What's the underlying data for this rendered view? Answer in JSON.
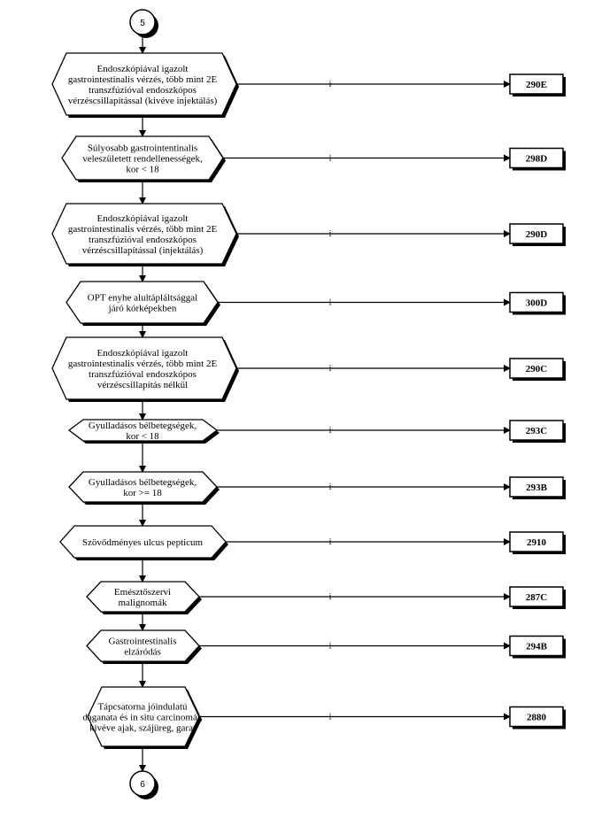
{
  "connectors": {
    "start": "5",
    "end": "6"
  },
  "colors": {
    "line": "#000000",
    "fill": "#ffffff",
    "shadow": "#000000"
  },
  "branch_label": "i",
  "steps": [
    {
      "id": "s1",
      "lines": [
        "Endoszkópiával igazolt",
        "gastrointestinalis vérzés, több mint 2E",
        "transzfúzióval endoszkópos",
        "vérzéscsillapítással (kivéve injektálás)"
      ],
      "result": "290E"
    },
    {
      "id": "s2",
      "lines": [
        "Súlyosabb gastrointentinalis",
        "veleszületett rendellenességek,",
        "kor < 18"
      ],
      "result": "298D"
    },
    {
      "id": "s3",
      "lines": [
        "Endoszkópiával igazolt",
        "gastrointestinalis vérzés, több mint 2E",
        "transzfúzióval endoszkópos",
        "vérzéscsillapítással (injektálás)"
      ],
      "result": "290D"
    },
    {
      "id": "s4",
      "lines": [
        "OPT enyhe alultápláltsággal",
        "járó kórképekben"
      ],
      "result": "300D"
    },
    {
      "id": "s5",
      "lines": [
        "Endoszkópiával igazolt",
        "gastrointestinalis vérzés, több mint 2E",
        "transzfúzióval endoszkópos",
        "vérzéscsillapítás nélkül"
      ],
      "result": "290C"
    },
    {
      "id": "s6",
      "lines": [
        "Gyulladásos bélbetegségek,",
        "kor < 18"
      ],
      "result": "293C"
    },
    {
      "id": "s7",
      "lines": [
        "Gyulladásos bélbetegségek,",
        "kor >= 18"
      ],
      "result": "293B"
    },
    {
      "id": "s8",
      "lines": [
        "Szövődményes ulcus pepticum"
      ],
      "result": "2910"
    },
    {
      "id": "s9",
      "lines": [
        "Emésztőszervi",
        "malignomák"
      ],
      "result": "287C"
    },
    {
      "id": "s10",
      "lines": [
        "Gastrointestinalis",
        "elzáródás"
      ],
      "result": "294B"
    },
    {
      "id": "s11",
      "lines": [
        "Tápcsatorna jóindulatú",
        "daganata és in situ carcinomái,",
        "kivéve ajak, szájüreg, garat"
      ],
      "result": "2880"
    }
  ]
}
